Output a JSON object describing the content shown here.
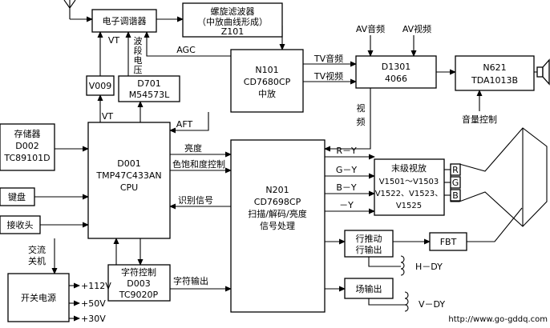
{
  "blocks": {
    "tuner": [
      "电子调谐器"
    ],
    "saw": [
      "螺旋滤波器",
      "（中放曲线形成）",
      "Z101"
    ],
    "n101": [
      "N101",
      "CD7680CP",
      "中放"
    ],
    "d1301": [
      "D1301",
      "4066"
    ],
    "n621": [
      "N621",
      "TDA1013B"
    ],
    "v009": [
      "V009"
    ],
    "d701": [
      "D701",
      "M54573L"
    ],
    "memory": [
      "存储器",
      "D002",
      "TC89101D"
    ],
    "d001": [
      "D001",
      "TMP47C433AN",
      "CPU"
    ],
    "keyboard": [
      "键盘"
    ],
    "receiver": [
      "接收头"
    ],
    "n201": [
      "N201",
      "CD7698CP",
      "扫描/解码/亮度",
      "信号处理"
    ],
    "video_out": [
      "末级视放",
      "V1501～V1503",
      "V1522、V1523、",
      "V1525"
    ],
    "osd": [
      "字符控制",
      "D003",
      "TC9020P"
    ],
    "psu": [
      "开关电源"
    ],
    "hdrive": [
      "行推动",
      "行输出"
    ],
    "fbt": [
      "FBT"
    ],
    "vout": [
      "场输出"
    ]
  },
  "labels": {
    "vt_tuner": "VT",
    "band_voltage": [
      "波",
      "段",
      "电",
      "压"
    ],
    "agc": "AGC",
    "av_audio": "AV音频",
    "av_video": "AV视频",
    "tv_audio": "TV音频",
    "tv_video": "TV视频",
    "video": [
      "视",
      "频"
    ],
    "volume": "音量控制",
    "vt_cpu": "VT",
    "aft": "AFT",
    "brightness": "亮度",
    "color_sat": "色饱和度控制",
    "ident": "识别信号",
    "ry": "R－Y",
    "gy": "G－Y",
    "by": "B－Y",
    "neg_y": "－Y",
    "r": "R",
    "g": "G",
    "b": "B",
    "ac_switch": [
      "交流",
      "关机"
    ],
    "char_out": "字符输出",
    "v112": "+112V",
    "v50": "+50V",
    "v30": "+30V",
    "hdy": "H－DY",
    "vdy": "V－DY",
    "url": "http://www.go-gddq.com"
  }
}
